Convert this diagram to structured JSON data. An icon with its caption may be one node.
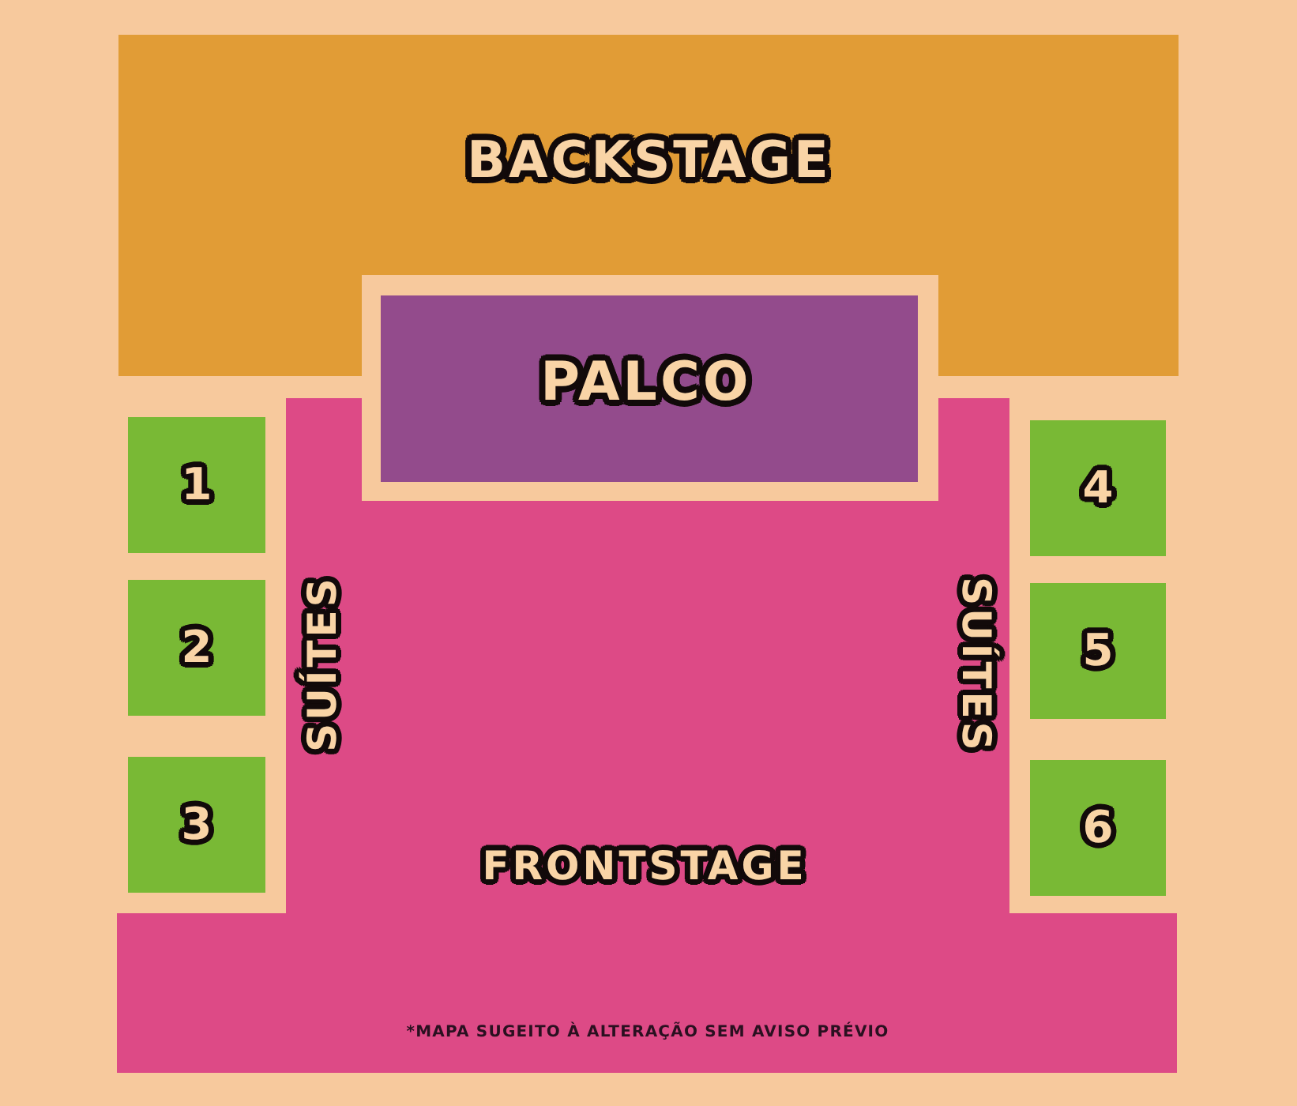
{
  "diagram": {
    "nodes": [
      {
        "text": [
          "BACKSTAGE"
        ]
      },
      {
        "text": [
          "PALCO"
        ]
      },
      {
        "text": [
          "FRONTSTAGE"
        ]
      },
      {
        "text": [
          "1"
        ]
      },
      {
        "text": [
          "2"
        ]
      },
      {
        "text": [
          "3"
        ]
      },
      {
        "text": [
          "4"
        ]
      },
      {
        "text": [
          "5"
        ]
      },
      {
        "text": [
          "6"
        ]
      }
    ],
    "edges": [],
    "labels": [
      "SUÍTES",
      "SUÍTES",
      "*MAPA SUGEITO À ALTERAÇÃO SEM AVISO PRÉVIO"
    ]
  }
}
